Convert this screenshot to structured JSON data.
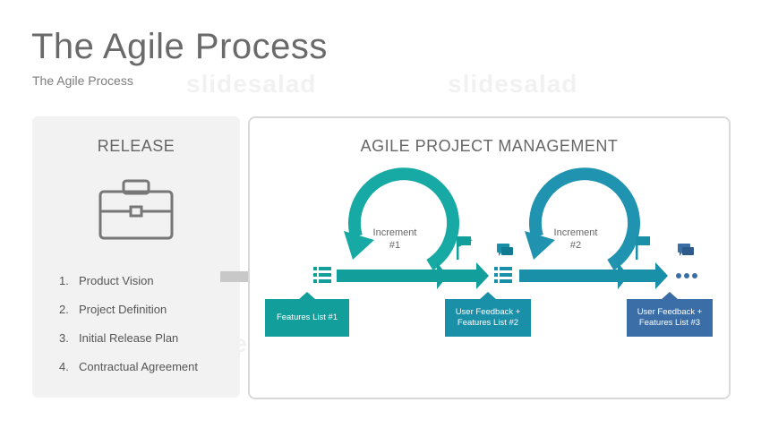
{
  "header": {
    "title": "The Agile Process",
    "subtitle": "The Agile Process"
  },
  "watermark": "slidesalad",
  "release": {
    "title": "RELEASE",
    "icon": "briefcase-icon",
    "items": [
      {
        "num": "1.",
        "label": "Product Vision"
      },
      {
        "num": "2.",
        "label": "Project Definition"
      },
      {
        "num": "3.",
        "label": "Initial Release Plan"
      },
      {
        "num": "4.",
        "label": "Contractual Agreement"
      }
    ]
  },
  "agile": {
    "title": "AGILE PROJECT MANAGEMENT",
    "increments": [
      {
        "line1": "Increment",
        "line2": "#1"
      },
      {
        "line1": "Increment",
        "line2": "#2"
      }
    ],
    "callouts": [
      {
        "line1": "Features List #1",
        "line2": ""
      },
      {
        "line1": "User Feedback +",
        "line2": "Features List #2"
      },
      {
        "line1": "User Feedback +",
        "line2": "Features List #3"
      }
    ],
    "icons": [
      "list-icon",
      "flag-icon",
      "chat-icon",
      "ellipsis-icon"
    ]
  },
  "colors": {
    "teal": "#129f9c",
    "teal_blue": "#1a8fa8",
    "blue": "#3b6ea6",
    "gray_text": "#666666",
    "panel_gray": "#f2f2f2"
  }
}
